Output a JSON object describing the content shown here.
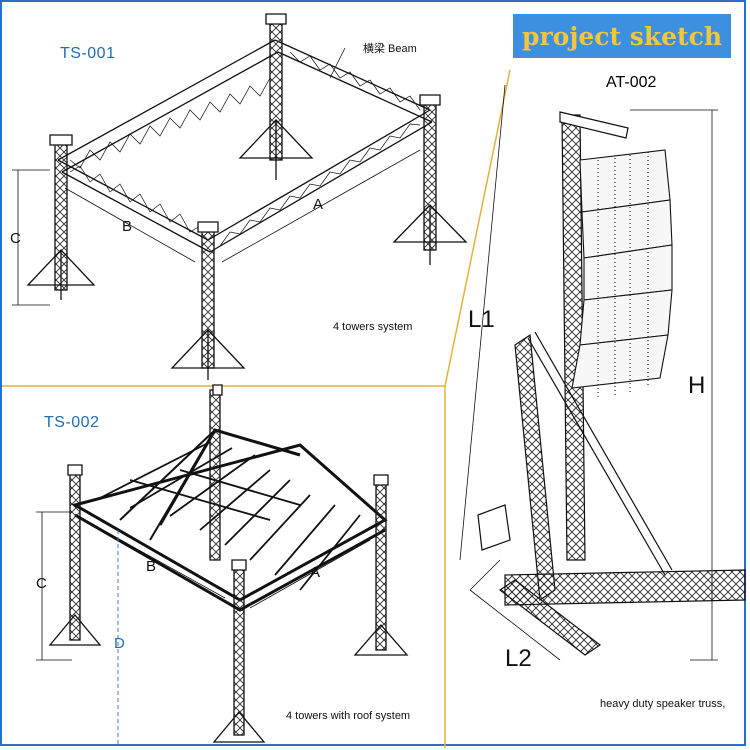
{
  "badge": {
    "text": "project sketch"
  },
  "ts001": {
    "id": "TS-001",
    "beam_label": "横梁 Beam",
    "dim_a": "A",
    "dim_b": "B",
    "dim_c": "C",
    "caption": "4 towers system"
  },
  "ts002": {
    "id": "TS-002",
    "dim_a": "A",
    "dim_b": "B",
    "dim_c": "C",
    "dim_d": "D",
    "caption": "4 towers with roof system"
  },
  "at002": {
    "id": "AT-002",
    "dim_l1": "L1",
    "dim_l2": "L2",
    "dim_h": "H",
    "caption": "heavy duty speaker truss,"
  },
  "colors": {
    "frame": "#2a6fc9",
    "divider": "#e2b33c",
    "badge_bg": "#3d8fe0",
    "badge_text": "#f6c63a",
    "id_text": "#1f6db5"
  }
}
